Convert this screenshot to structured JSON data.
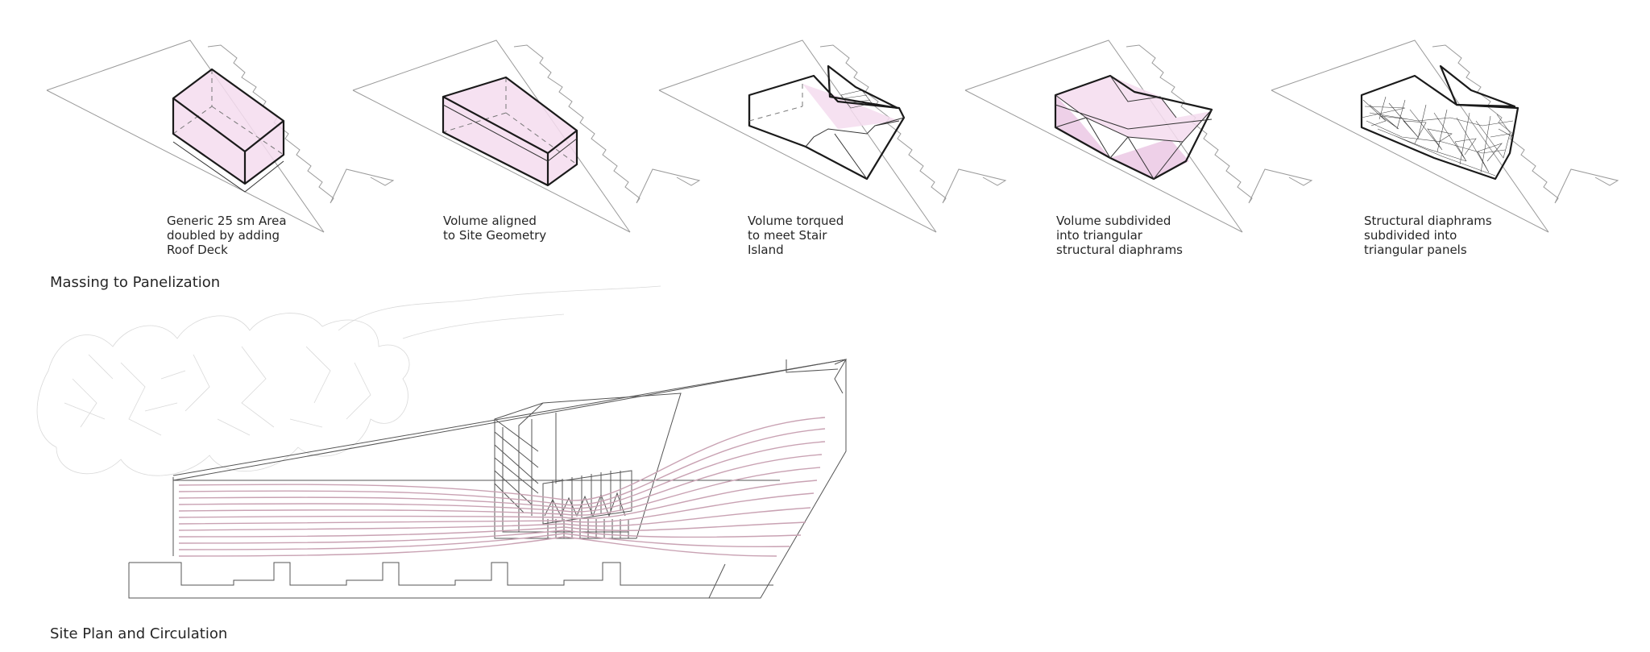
{
  "sections": {
    "massing_title": "Massing to Panelization",
    "site_title": "Site Plan and Circulation"
  },
  "steps": [
    {
      "caption": "Generic 25 sm Area\ndoubled by adding\nRoof Deck"
    },
    {
      "caption": "Volume aligned\nto Site Geometry"
    },
    {
      "caption": "Volume torqued\nto meet Stair\nIsland"
    },
    {
      "caption": "Volume subdivided\ninto triangular\nstructural  diaphrams"
    },
    {
      "caption": "Structural diaphrams\nsubdivided into\ntriangular panels"
    }
  ],
  "colors": {
    "pink_fill": "#f4dcee",
    "circulation": "#c9a2b3",
    "line": "#1a1a1a"
  }
}
